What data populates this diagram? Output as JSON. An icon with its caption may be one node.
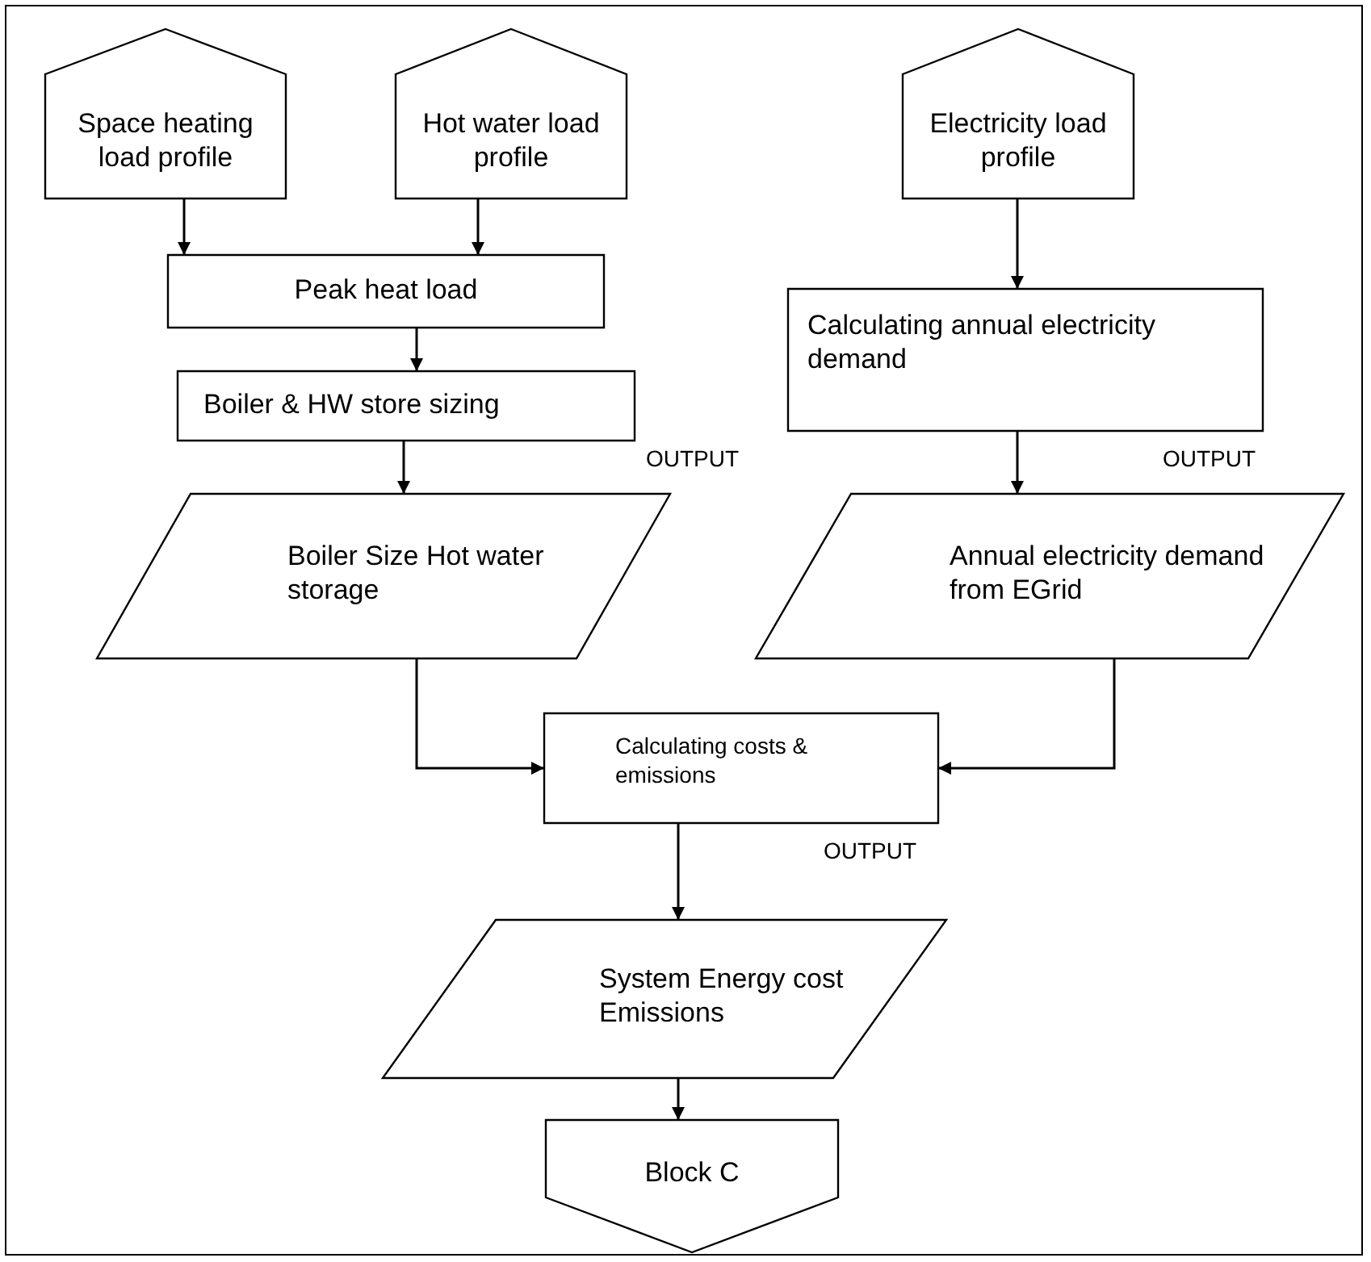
{
  "diagram": {
    "nodes": [
      {
        "text": [
          "Space heating load profile"
        ]
      },
      {
        "text": [
          "Hot water load profile"
        ]
      },
      {
        "text": [
          "Electricity load profile"
        ]
      },
      {
        "text": [
          "Peak heat load"
        ]
      },
      {
        "text": [
          "Boiler & HW store sizing"
        ]
      },
      {
        "text": [
          "Calculating annual electricity demand"
        ]
      },
      {
        "text": [
          "Boiler Size Hot water storage"
        ]
      },
      {
        "text": [
          "Annual electricity demand from EGrid"
        ]
      },
      {
        "text": [
          "Calculating costs & emissions"
        ]
      },
      {
        "text": [
          "System Energy cost Emissions"
        ]
      },
      {
        "text": [
          "Block C"
        ]
      }
    ],
    "edges": [
      {
        "from": 0,
        "to": 3,
        "arrow": "to"
      },
      {
        "from": 1,
        "to": 3,
        "arrow": "to"
      },
      {
        "from": 2,
        "to": 5,
        "arrow": "to"
      },
      {
        "from": 3,
        "to": 4,
        "arrow": "to"
      },
      {
        "from": 4,
        "to": 6,
        "arrow": "to"
      },
      {
        "from": 5,
        "to": 7,
        "arrow": "to"
      },
      {
        "from": 6,
        "to": 8,
        "arrow": "to"
      },
      {
        "from": 7,
        "to": 8,
        "arrow": "to"
      },
      {
        "from": 8,
        "to": 9,
        "arrow": "to"
      },
      {
        "from": 9,
        "to": 10,
        "arrow": "to"
      }
    ],
    "labels": [
      "OUTPUT",
      "OUTPUT",
      "OUTPUT"
    ]
  }
}
